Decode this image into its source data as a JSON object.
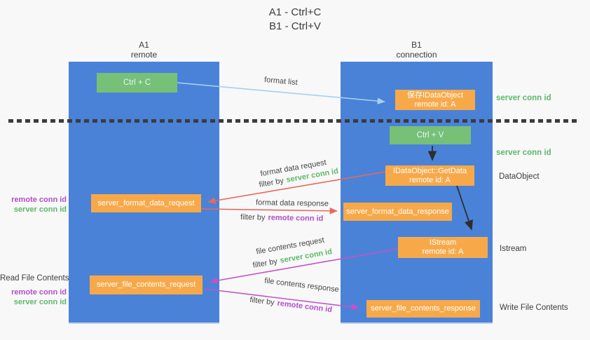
{
  "title": {
    "line1": "A1 - Ctrl+C",
    "line2": "B1 - Ctrl+V"
  },
  "columns": {
    "a1": {
      "name": "A1",
      "subtitle": "remote"
    },
    "b1": {
      "name": "B1",
      "subtitle": "connection"
    }
  },
  "nodes": {
    "ctrl_c": {
      "label": "Ctrl + C"
    },
    "ctrl_v": {
      "label": "Ctrl + V"
    },
    "save_dataobject": {
      "line1": "保存IDataObject",
      "line2": "remote id: A"
    },
    "getdata": {
      "line1": "IDataObject::GetData",
      "line2": "remote id: A"
    },
    "istream": {
      "line1": "IStream",
      "line2": "remote id: A"
    },
    "server_format_data_request": {
      "label": "server_format_data_request"
    },
    "server_format_data_response": {
      "label": "server_format_data_response"
    },
    "server_file_contents_request": {
      "label": "server_file_contents_request"
    },
    "server_file_contents_response": {
      "label": "server_file_contents_response"
    }
  },
  "edge_labels": {
    "format_list": "format list",
    "format_data_request": "format data request",
    "format_data_response": "format data response",
    "file_contents_request": "file contents request",
    "file_contents_response": "file contents response",
    "filter_by": "filter by",
    "server_conn_id": "server conn id",
    "remote_conn_id": "remote conn id"
  },
  "side_labels": {
    "server_conn_id_top": "server conn id",
    "server_conn_id_mid": "server conn id",
    "dataobject": "DataObject",
    "istream": "Istream",
    "write_file_contents": "Write File Contents",
    "read_file_contents": "Read File Contents",
    "remote_conn_id_1": "remote conn id",
    "server_conn_id_1": "server conn id",
    "remote_conn_id_2": "remote conn id",
    "server_conn_id_2": "server conn id"
  },
  "colors": {
    "background": "#f8f8f9",
    "column_blue": "#4a82d8",
    "node_green": "#76c078",
    "node_orange": "#f7a94a",
    "arrow_lightblue": "#a5cff1",
    "arrow_red": "#e7695c",
    "arrow_magenta": "#c353c5",
    "arrow_black": "#2e2e2e",
    "text_green": "#5cb967",
    "text_purple": "#b14fc8",
    "text_dark": "#3c3c3c"
  }
}
